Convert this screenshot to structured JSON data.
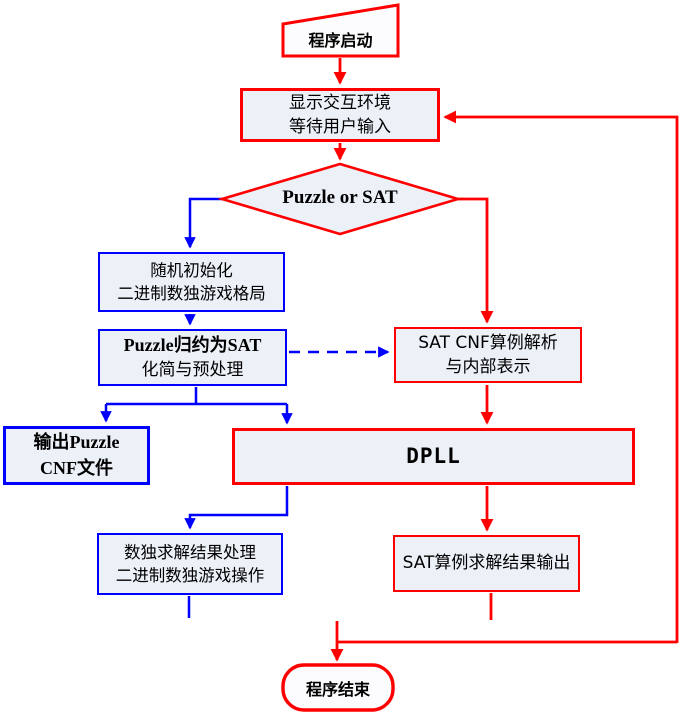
{
  "colors": {
    "flow_red": "#ff0000",
    "flow_blue": "#0000ff",
    "node_fill": "#ecf1f8",
    "terminator_fill": "#fcfcfe",
    "text": "#000000",
    "background": "#ffffff"
  },
  "nodes": {
    "start": {
      "label": "程序启动"
    },
    "display_env": {
      "line1": "显示交互环境",
      "line2": "等待用户输入"
    },
    "decision": {
      "label": "Puzzle or SAT"
    },
    "random_init": {
      "line1": "随机初始化",
      "line2": "二进制数独游戏格局"
    },
    "puzzle_reduce": {
      "line1": "Puzzle归约为SAT",
      "line2": "化简与预处理"
    },
    "sat_cnf_parse": {
      "line1": "SAT CNF算例解析",
      "line2": "与内部表示"
    },
    "output_puzzle_cnf": {
      "line1": "输出Puzzle",
      "line2": "CNF文件"
    },
    "dpll": {
      "label": "DPLL"
    },
    "sudoku_result": {
      "line1": "数独求解结果处理",
      "line2": "二进制数独游戏操作"
    },
    "sat_result_output": {
      "label": "SAT算例求解结果输出"
    },
    "end": {
      "label": "程序结束"
    }
  }
}
